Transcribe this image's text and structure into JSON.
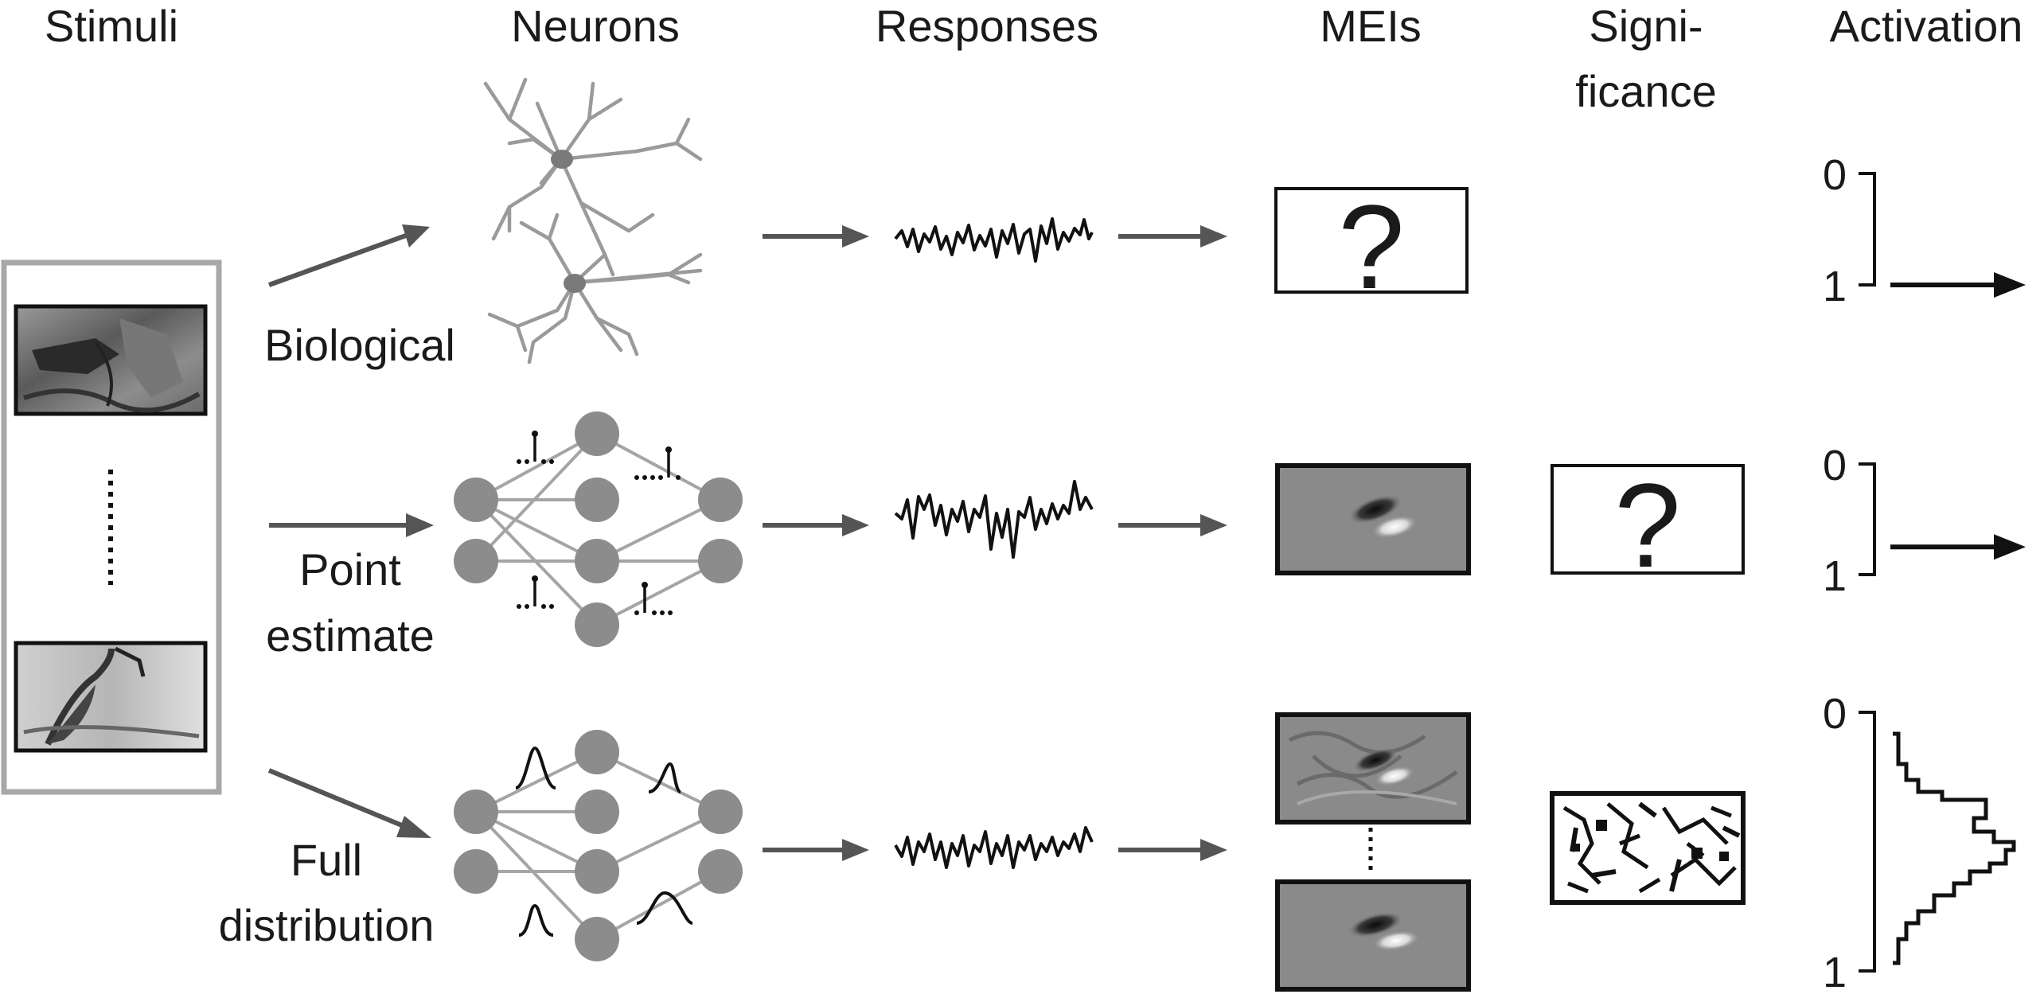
{
  "headers": {
    "stimuli": "Stimuli",
    "neurons": "Neurons",
    "responses": "Responses",
    "meis": "MEIs",
    "significance_line1": "Signi-",
    "significance_line2": "ficance",
    "activation": "Activation"
  },
  "rows": {
    "biological": {
      "label": "Biological"
    },
    "point_estimate": {
      "label_line1": "Point",
      "label_line2": "estimate"
    },
    "full_distribution": {
      "label_line1": "Full",
      "label_line2": "distribution"
    }
  },
  "unknown_symbol": "?",
  "activation_axis": {
    "top_tick": "0",
    "bottom_tick": "1"
  },
  "activation_levels": {
    "biological": 1.0,
    "point_estimate": 0.75
  },
  "spike_dots": [
    "..|..",
    "...|.",
    "..|..",
    ".|..."
  ],
  "colors": {
    "arrow": "#555555",
    "node": "#8c8c8c",
    "neuron": "#9a9a9a",
    "mei_background": "#8a8a8a",
    "ink": "#111111"
  }
}
